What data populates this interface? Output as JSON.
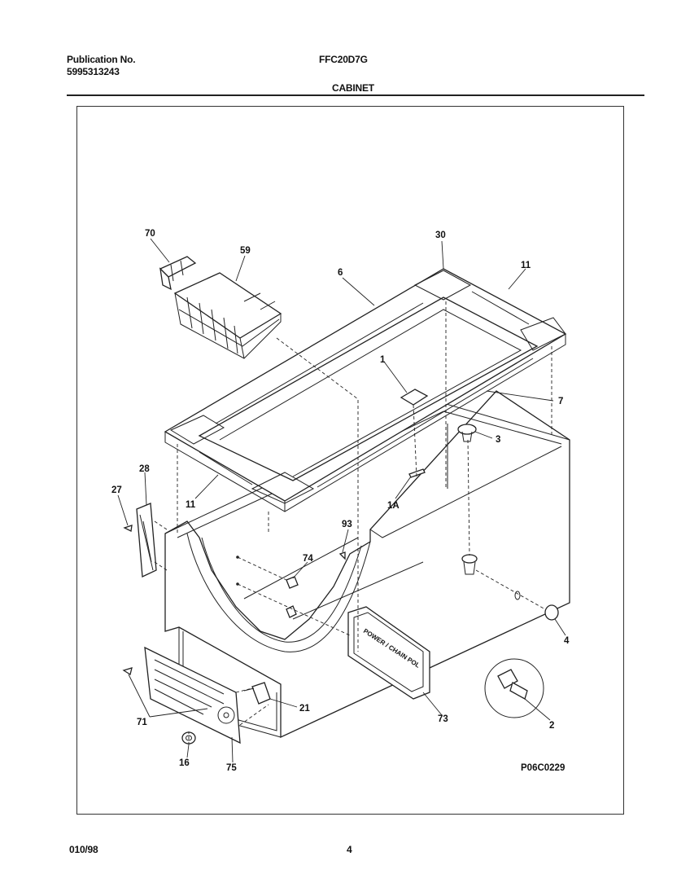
{
  "header": {
    "publication_label": "Publication No.",
    "publication_number": "5995313243",
    "model": "FFC20D7G",
    "section": "CABINET"
  },
  "diagram": {
    "drawing_code": "P06C0229",
    "nameplate_text": "POWER / CHAIN POL",
    "callouts": {
      "c70": "70",
      "c59": "59",
      "c6": "6",
      "c30": "30",
      "c11a": "11",
      "c1": "1",
      "c7": "7",
      "c3": "3",
      "c28": "28",
      "c27": "27",
      "c11b": "11",
      "c1A": "1A",
      "c93": "93",
      "c74": "74",
      "c4": "4",
      "c21": "21",
      "c73": "73",
      "c2": "2",
      "c71": "71",
      "c16": "16",
      "c75": "75"
    }
  },
  "footer": {
    "date": "010/98",
    "page": "4"
  }
}
